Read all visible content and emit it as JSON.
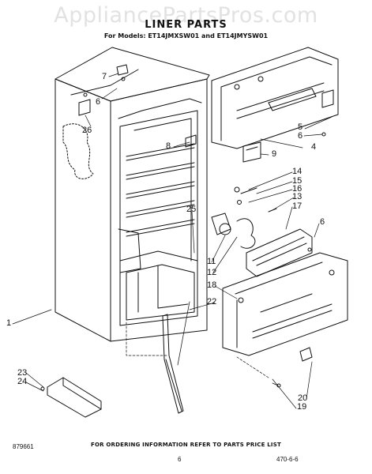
{
  "watermark": "AppliancePartsPros.com",
  "title": "LINER PARTS",
  "models_line": "For Models: ET14JMXSW01 and ET14JMYSW01",
  "callouts": {
    "c1": "1",
    "c4": "4",
    "c5": "5",
    "c6a": "6",
    "c6b": "6",
    "c6c": "6",
    "c7": "7",
    "c8": "8",
    "c9": "9",
    "c11": "11",
    "c12": "12",
    "c13": "13",
    "c14": "14",
    "c15": "15",
    "c16": "16",
    "c17": "17",
    "c18": "18",
    "c19": "19",
    "c20": "20",
    "c22": "22",
    "c23": "23",
    "c24": "24",
    "c25": "25",
    "c26": "26"
  },
  "footer_text": "FOR ORDERING INFORMATION REFER TO PARTS PRICE LIST",
  "page_number": "6",
  "doc_code": "879661",
  "date_code": "470-6-6",
  "colors": {
    "ink": "#111111",
    "watermark": "#e2e2e2",
    "background": "#ffffff"
  }
}
